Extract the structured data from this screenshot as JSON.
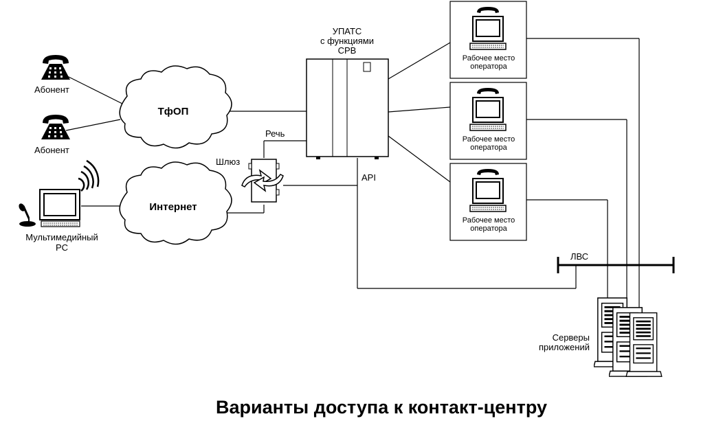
{
  "title": "Варианты доступа к контакт-центру",
  "subscribers": [
    {
      "label": "Абонент"
    },
    {
      "label": "Абонент"
    }
  ],
  "multimedia_pc": {
    "line1": "Мультимедийный",
    "line2": "PC"
  },
  "clouds": {
    "pstn": "ТфОП",
    "internet": "Интернет"
  },
  "pbx": {
    "line1": "УПАТС",
    "line2": "с функциями",
    "line3": "СРВ"
  },
  "gateway": {
    "label": "Шлюз"
  },
  "speech": {
    "label": "Речь"
  },
  "api": {
    "label": "API"
  },
  "workstations": [
    {
      "line1": "Рабочее место",
      "line2": "оператора"
    },
    {
      "line1": "Рабочее место",
      "line2": "оператора"
    },
    {
      "line1": "Рабочее место",
      "line2": "оператора"
    }
  ],
  "lan": {
    "label": "ЛВС"
  },
  "servers": {
    "line1": "Серверы",
    "line2": "приложений"
  }
}
